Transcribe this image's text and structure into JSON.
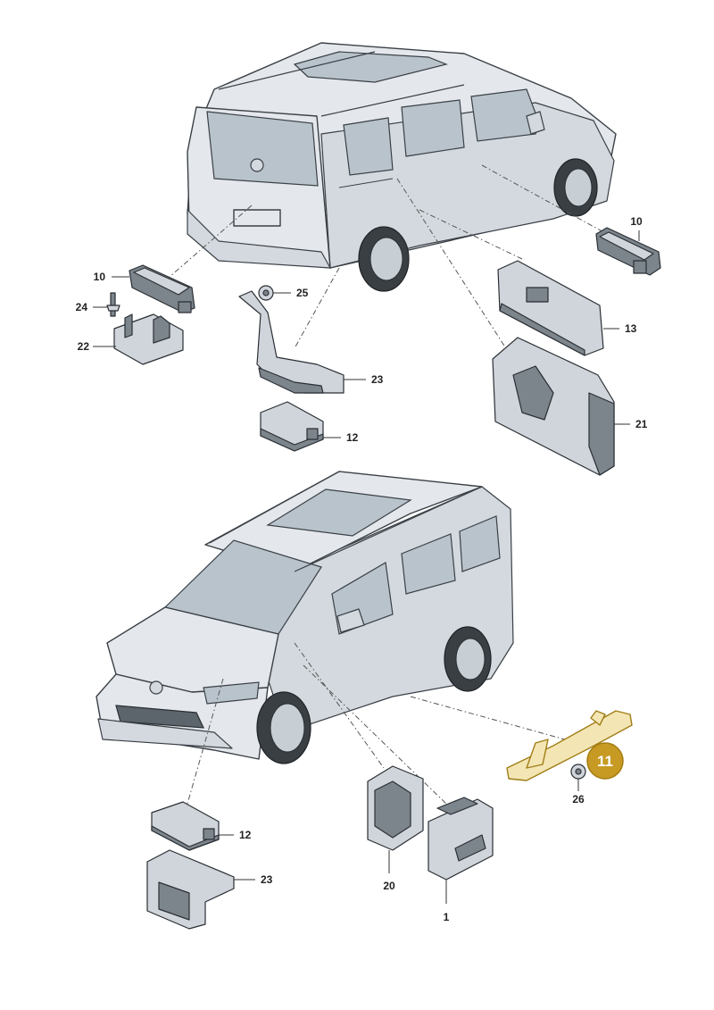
{
  "labels": {
    "p10_top_right": "10",
    "p10_left": "10",
    "p24": "24",
    "p22": "22",
    "p25": "25",
    "p23_top": "23",
    "p13": "13",
    "p21": "21",
    "p12_top": "12",
    "p11": "11",
    "p26": "26",
    "p12_bottom": "12",
    "p23_bottom": "23",
    "p20": "20",
    "p1": "1"
  },
  "highlight_color": "#c79a24"
}
